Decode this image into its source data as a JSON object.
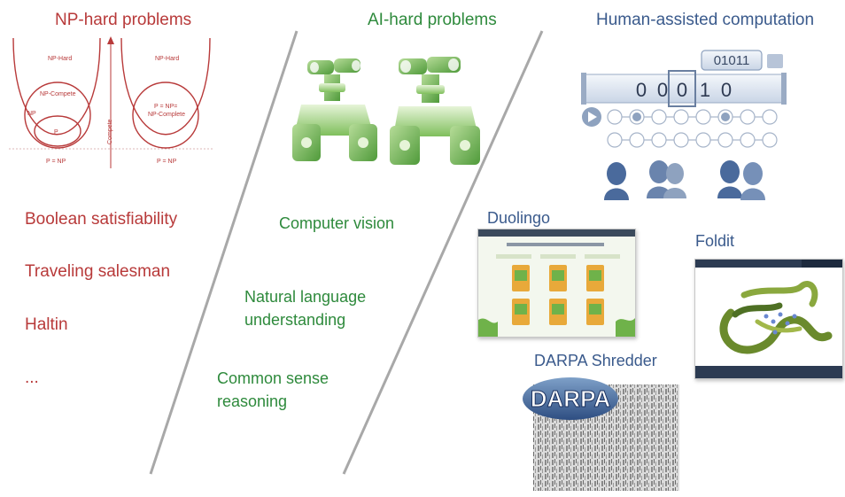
{
  "columns": {
    "np": {
      "title": "NP-hard problems",
      "items": [
        "Boolean satisfiability",
        "Traveling salesman",
        "Haltin",
        "..."
      ]
    },
    "ai": {
      "title": "AI-hard problems",
      "items": [
        "Computer vision",
        "Natural language\nunderstanding",
        "Common sense\nreasoning"
      ]
    },
    "human": {
      "title": "Human-assisted computation",
      "examples": [
        "Duolingo",
        "Foldit",
        "DARPA Shredder"
      ]
    }
  },
  "euler_diagram": {
    "left": {
      "np_hard": "NP-Hard",
      "np_complete": "NP-Compete",
      "np": "NP",
      "p": "P",
      "bottom": "P = NP"
    },
    "axis_label": "Compete",
    "right": {
      "np_hard": "NP-Hard",
      "merged_line1": "P = NP=",
      "merged_line2": "NP-Complete",
      "bottom": "P = NP"
    }
  },
  "machine": {
    "register": "01011",
    "tape": [
      "0",
      "0",
      "0",
      "1",
      "0"
    ]
  },
  "darpa_logo": "DARPA",
  "colors": {
    "red": "#b83a3a",
    "green": "#2e8a3c",
    "blue": "#3a5a8c",
    "divider": "#a8a8a8"
  }
}
